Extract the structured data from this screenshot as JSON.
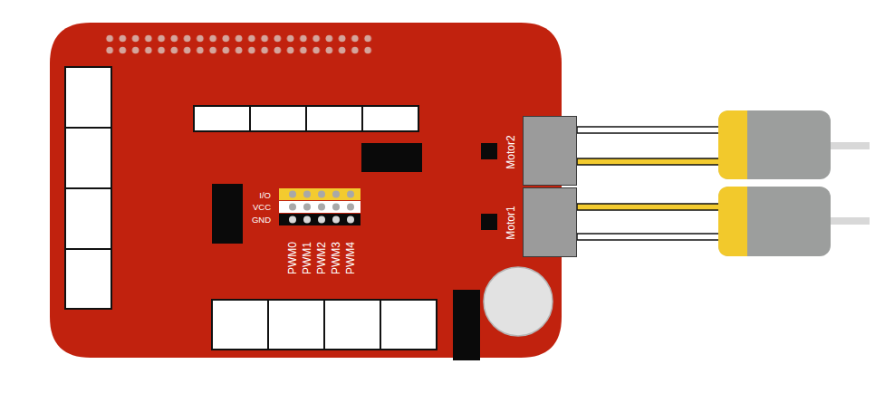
{
  "diagram": {
    "nodes": [
      {
        "text": [
          "Motor2"
        ]
      },
      {
        "text": [
          "Motor1"
        ]
      }
    ],
    "labels": [
      "I/O",
      "VCC",
      "GND",
      "PWM0",
      "PWM1",
      "PWM2",
      "PWM3",
      "PWM4"
    ]
  }
}
